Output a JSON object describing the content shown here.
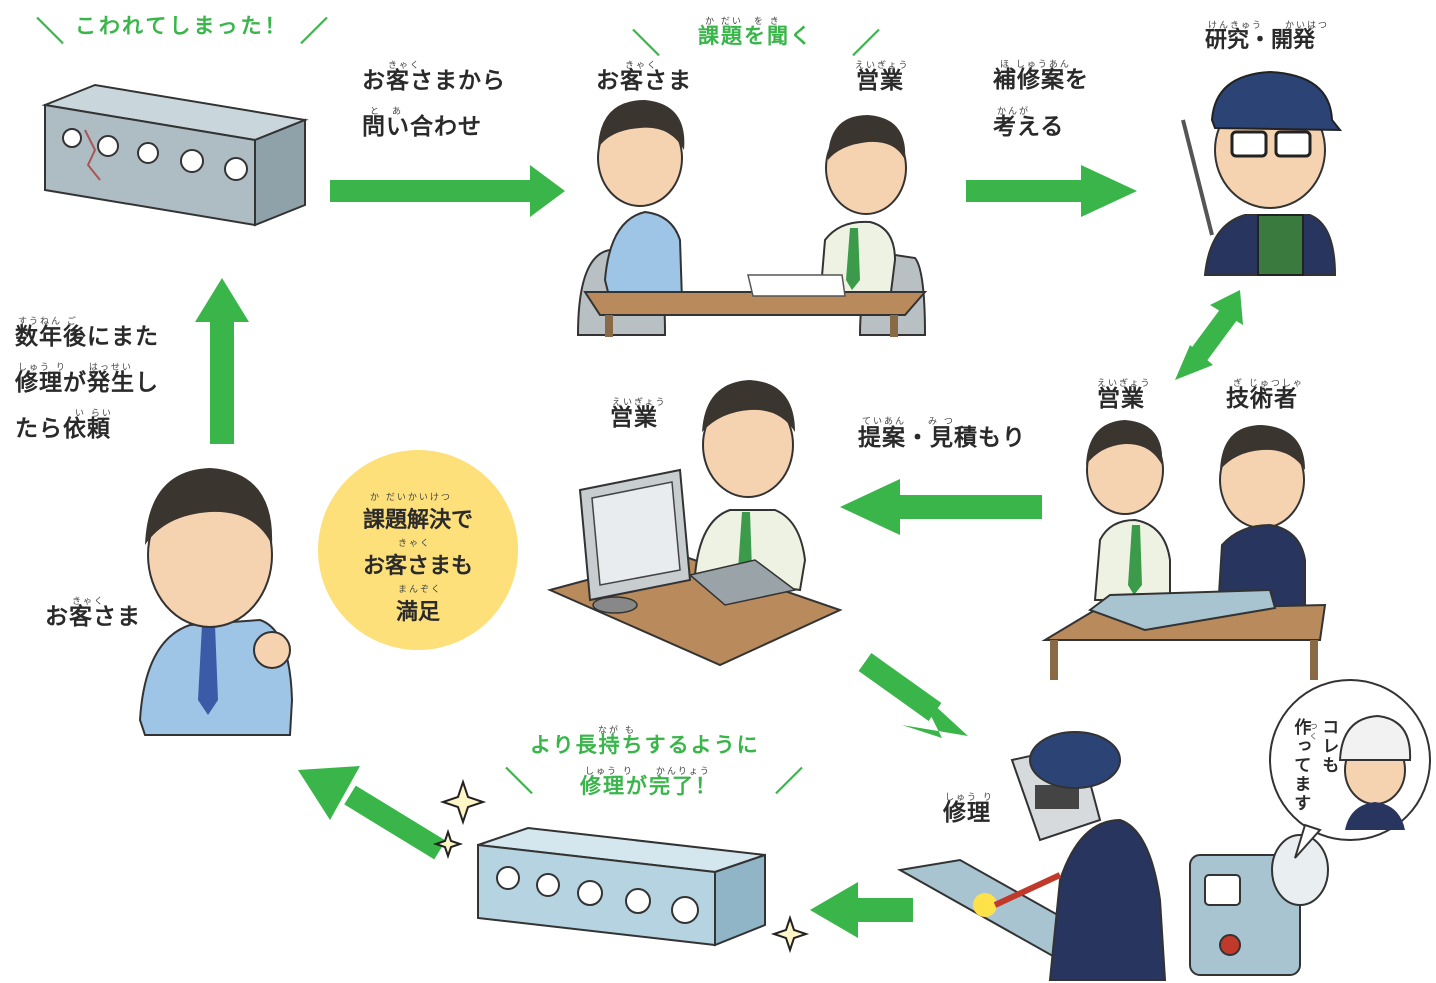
{
  "captions": {
    "broken": "こわれてしまった！",
    "inquiry_line1": "お客さまから",
    "inquiry_line2": "問い合わせ",
    "inquiry_ruby1": "きゃく",
    "inquiry_ruby2": "と　あ",
    "hear": "課題を聞く",
    "hear_ruby": "か だい　を き",
    "customer1": "お客さま",
    "customer1_ruby": "きゃく",
    "sales1": "営業",
    "sales1_ruby": "えいぎょう",
    "plan_line1": "補修案を",
    "plan_line2": "考える",
    "plan_ruby1": "ほ しゅうあん",
    "plan_ruby2": "かんが",
    "rnd": "研究・開発",
    "rnd_ruby": "けんきゅう　　かいはつ",
    "sales2": "営業",
    "sales2_ruby": "えいぎょう",
    "engineer": "技術者",
    "engineer_ruby": "ぎ じゅつしゃ",
    "propose": "提案・見積もり",
    "propose_ruby": "ていあん　　み つ",
    "sales3": "営業",
    "sales3_ruby": "えいぎょう",
    "repair": "修理",
    "repair_ruby": "しゅう り",
    "bubble_line1": "コレも",
    "bubble_line2": "作ってます",
    "bubble_ruby": "つく",
    "done_line1": "より長持ちするように",
    "done_line2": "修理が完了！",
    "done_ruby1": "なが も",
    "done_ruby2": "しゅう り　　かんりょう",
    "customer2": "お客さま",
    "customer2_ruby": "きゃく",
    "again_line1": "数年後にまた",
    "again_line2": "修理が発生し",
    "again_line3": "たら依頼",
    "again_ruby1": "すうねん ご",
    "again_ruby2": "しゅう り　　はっせい",
    "again_ruby3": "い らい",
    "solved_line1": "課題解決で",
    "solved_line2": "お客さまも",
    "solved_line3": "満足",
    "solved_ruby1": "か だいかいけつ",
    "solved_ruby2": "きゃく",
    "solved_ruby3": "まんぞく"
  },
  "colors": {
    "arrow": "#39b54a",
    "circle": "#fde07a",
    "accent_text": "#39b54a"
  }
}
